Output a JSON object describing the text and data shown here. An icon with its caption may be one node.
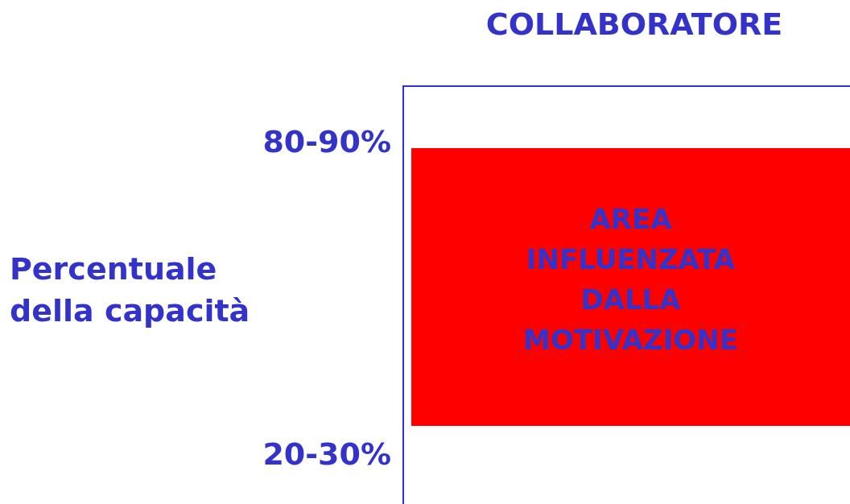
{
  "diagram": {
    "title": "COLLABORATORE",
    "nodes": [
      {
        "text": [
          "AREA INFLUENZATA DALLA MOTIVAZIONE"
        ]
      }
    ],
    "labels": [
      "80-90%",
      "Percentuale della capacità",
      "20-30%"
    ]
  }
}
